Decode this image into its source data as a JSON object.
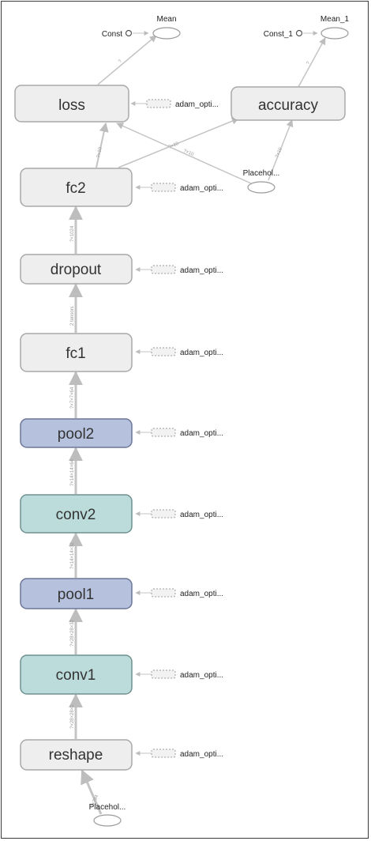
{
  "nodes": {
    "loss": "loss",
    "accuracy": "accuracy",
    "fc2": "fc2",
    "dropout": "dropout",
    "fc1": "fc1",
    "pool2": "pool2",
    "conv2": "conv2",
    "pool1": "pool1",
    "conv1": "conv1",
    "reshape": "reshape"
  },
  "ops": {
    "mean": "Mean",
    "mean_1": "Mean_1",
    "const": "Const",
    "const_1": "Const_1",
    "placeholder_top": "Placehol...",
    "placeholder_bottom": "Placehol..."
  },
  "optimizer_label": "adam_opti...",
  "edge_labels": {
    "loss_to_mean": "?",
    "accuracy_to_mean1": "?",
    "fc2_to_loss": "?×10",
    "fc2_to_accuracy": "?×10",
    "placeholder_to_loss": "?×10",
    "placeholder_to_accuracy": "?×10",
    "dropout_to_fc2": "?×1024",
    "fc1_to_dropout": "2 tensors",
    "pool2_to_fc1": "?×7×7×64",
    "conv2_to_pool2": "?×14×14×64",
    "pool1_to_conv2": "?×14×14×32",
    "conv1_to_pool1": "?×28×28×32",
    "reshape_to_conv1": "?×28×28×1",
    "placeholder_to_reshape": "?×784"
  },
  "colors": {
    "node_fill": "#eeeeee",
    "node_stroke": "#a8a8a8",
    "pool_fill": "#b6c1de",
    "pool_stroke": "#6b7696",
    "conv_fill": "#bcdcdb",
    "conv_stroke": "#6f9190",
    "edge": "#bdbdbd"
  }
}
